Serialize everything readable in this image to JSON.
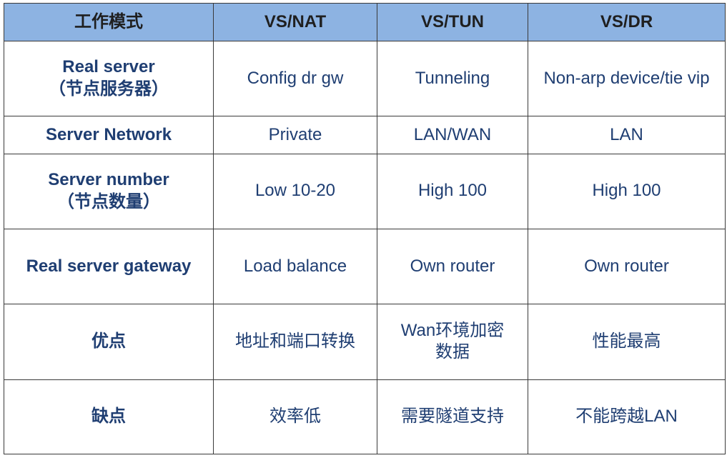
{
  "table": {
    "headers": [
      "工作模式",
      "VS/NAT",
      "VS/TUN",
      "VS/DR"
    ],
    "rows": [
      {
        "label": "Real  server",
        "sublabel": "（节点服务器）",
        "cells": [
          "Config dr gw",
          "Tunneling",
          "Non-arp device/tie vip"
        ]
      },
      {
        "label": "Server Network",
        "sublabel": "",
        "cells": [
          "Private",
          "LAN/WAN",
          "LAN"
        ]
      },
      {
        "label": "Server number",
        "sublabel": "（节点数量）",
        "cells": [
          "Low 10-20",
          "High 100",
          "High 100"
        ]
      },
      {
        "label": "Real server gateway",
        "sublabel": "",
        "cells": [
          "Load balance",
          "Own router",
          "Own router"
        ]
      },
      {
        "label": "优点",
        "sublabel": "",
        "cells": [
          "地址和端口转换",
          "Wan环境加密数据",
          "性能最高"
        ]
      },
      {
        "label": "缺点",
        "sublabel": "",
        "cells": [
          "效率低",
          "需要隧道支持",
          "不能跨越LAN"
        ]
      }
    ]
  },
  "colors": {
    "header_background": "#8db3e2",
    "header_text": "#1f1f1f",
    "body_text": "#1f3e72",
    "border": "#3a3a3a"
  }
}
